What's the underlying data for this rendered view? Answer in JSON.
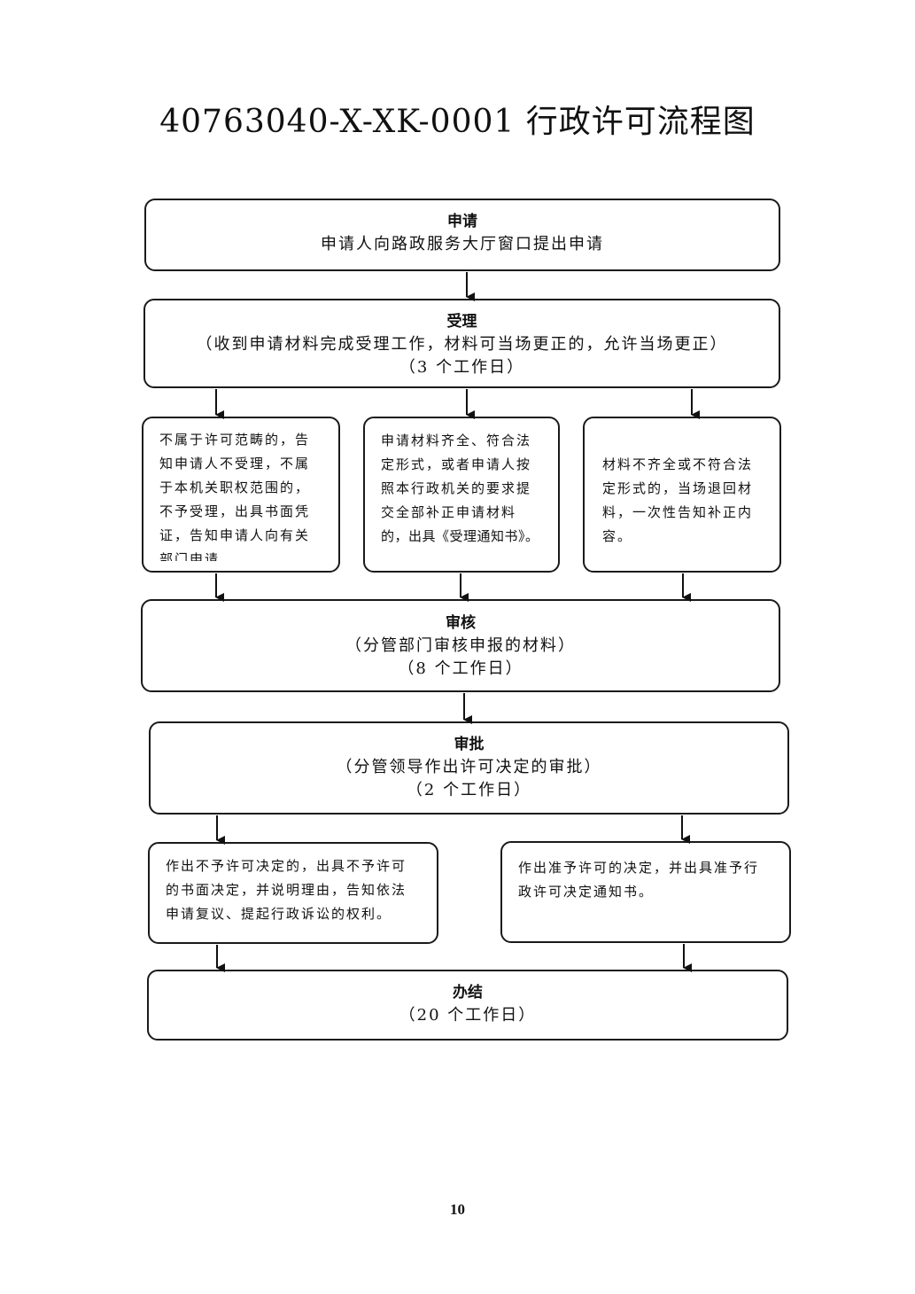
{
  "title": "40763040-X-XK-0001 行政许可流程图",
  "apply": {
    "head": "申请",
    "line1": "申请人向路政服务大厅窗口提出申请"
  },
  "accept": {
    "head": "受理",
    "line1": "（收到申请材料完成受理工作，材料可当场更正的，允许当场更正）",
    "line2": "（3 个工作日）"
  },
  "branch_left": [
    "不属于许可范畴的，告",
    "知申请人不受理，不属",
    "于本机关职权范围的，",
    "不予受理，出具书面凭",
    "证，告知申请人向有关",
    "部门申请"
  ],
  "branch_mid": [
    "申请材料齐全、符合法",
    "定形式，或者申请人按",
    "照本行政机关的要求提",
    "交全部补正申请材料",
    "的，出具《受理通知书》。"
  ],
  "branch_right": [
    "材料不齐全或不符合法",
    "定形式的，当场退回材",
    "料，一次性告知补正内",
    "容。"
  ],
  "review": {
    "head": "审核",
    "line1": "（分管部门审核申报的材料）",
    "line2": "（8 个工作日）"
  },
  "approve": {
    "head": "审批",
    "line1": "（分管领导作出许可决定的审批）",
    "line2": "（2 个工作日）"
  },
  "deny": [
    "作出不予许可决定的，出具不予许可",
    "的书面决定，并说明理由，告知依法",
    "申请复议、提起行政诉讼的权利。"
  ],
  "grant": [
    "作出准予许可的决定，并出具准予行",
    "政许可决定通知书。"
  ],
  "finish": {
    "head": "办结",
    "line1": "（20 个工作日）"
  },
  "page_number": "10"
}
